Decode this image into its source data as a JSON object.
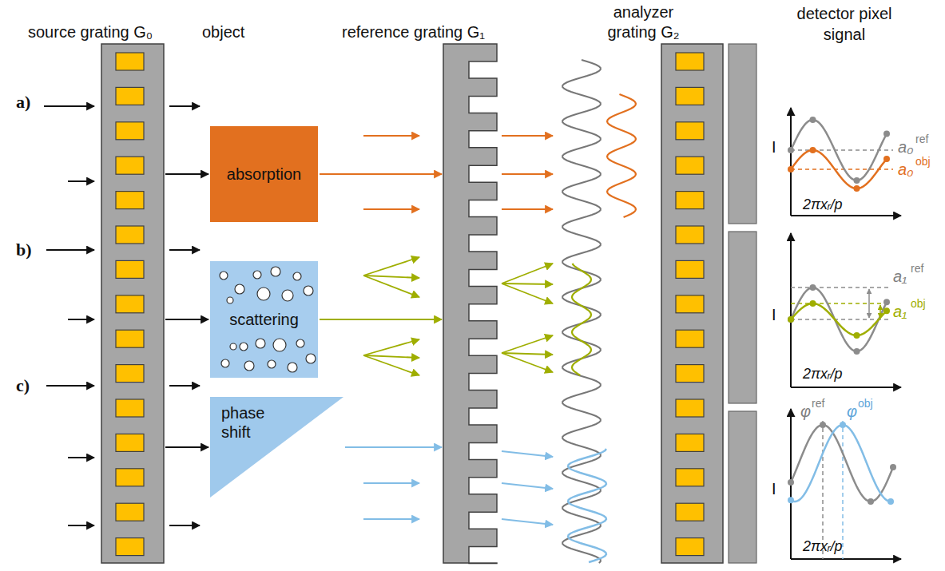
{
  "diagram": {
    "nodes": [
      {
        "text": [
          "source grating G₀"
        ]
      },
      {
        "text": [
          "absorption"
        ]
      },
      {
        "text": [
          "scattering"
        ]
      },
      {
        "text": [
          "phase shift"
        ]
      },
      {
        "text": [
          "reference grating G₁"
        ]
      },
      {
        "text": [
          "analyzer grating G₂"
        ]
      }
    ],
    "edges": [
      {
        "from": 0,
        "to": 1,
        "arrow": "to"
      },
      {
        "from": 0,
        "to": 2,
        "arrow": "to"
      },
      {
        "from": 0,
        "to": 3,
        "arrow": "to"
      },
      {
        "from": 1,
        "to": 4,
        "arrow": "to"
      },
      {
        "from": 2,
        "to": 4,
        "arrow": "to"
      },
      {
        "from": 3,
        "to": 4,
        "arrow": "to"
      }
    ],
    "labels": [
      "object",
      "detector pixel signal",
      "a)",
      "b)",
      "c)",
      "I",
      "a₀",
      "ref",
      "a₀",
      "obj",
      "2πxᵣ/p",
      "I",
      "a₁",
      "ref",
      "a₁",
      "obj",
      "2πxᵣ/p",
      "I",
      "φ",
      "ref",
      "φ",
      "obj",
      "2πxᵣ/p"
    ]
  }
}
